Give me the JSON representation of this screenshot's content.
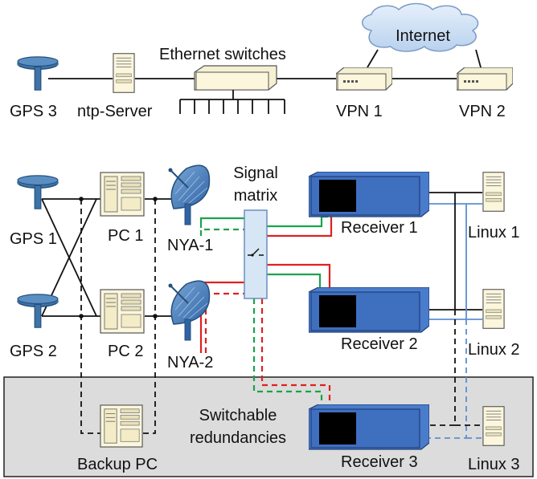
{
  "labels": {
    "gps3": "GPS 3",
    "ntp_server": "ntp-Server",
    "ethernet_switches": "Ethernet switches",
    "internet": "Internet",
    "vpn1": "VPN 1",
    "vpn2": "VPN 2",
    "gps1": "GPS 1",
    "gps2": "GPS 2",
    "pc1": "PC 1",
    "pc2": "PC 2",
    "nya1": "NYA-1",
    "nya2": "NYA-2",
    "signal_matrix_line1": "Signal",
    "signal_matrix_line2": "matrix",
    "receiver1": "Receiver 1",
    "receiver2": "Receiver 2",
    "receiver3": "Receiver 3",
    "linux1": "Linux 1",
    "linux2": "Linux 2",
    "linux3": "Linux 3",
    "switchable_line1": "Switchable",
    "switchable_line2": "redundancies",
    "backup_pc": "Backup PC"
  },
  "colors": {
    "signal_green": "#1aa34a",
    "signal_red": "#e02020",
    "network_blue": "#5b8fd0",
    "cable_black": "#111111",
    "receiver_body": "#3f6fbf",
    "gps_blue": "#3e73a8",
    "device_cream": "#fbf6dc",
    "matrix_fill": "#d6e6f5",
    "redundancy_box": "#dcdcdc"
  }
}
